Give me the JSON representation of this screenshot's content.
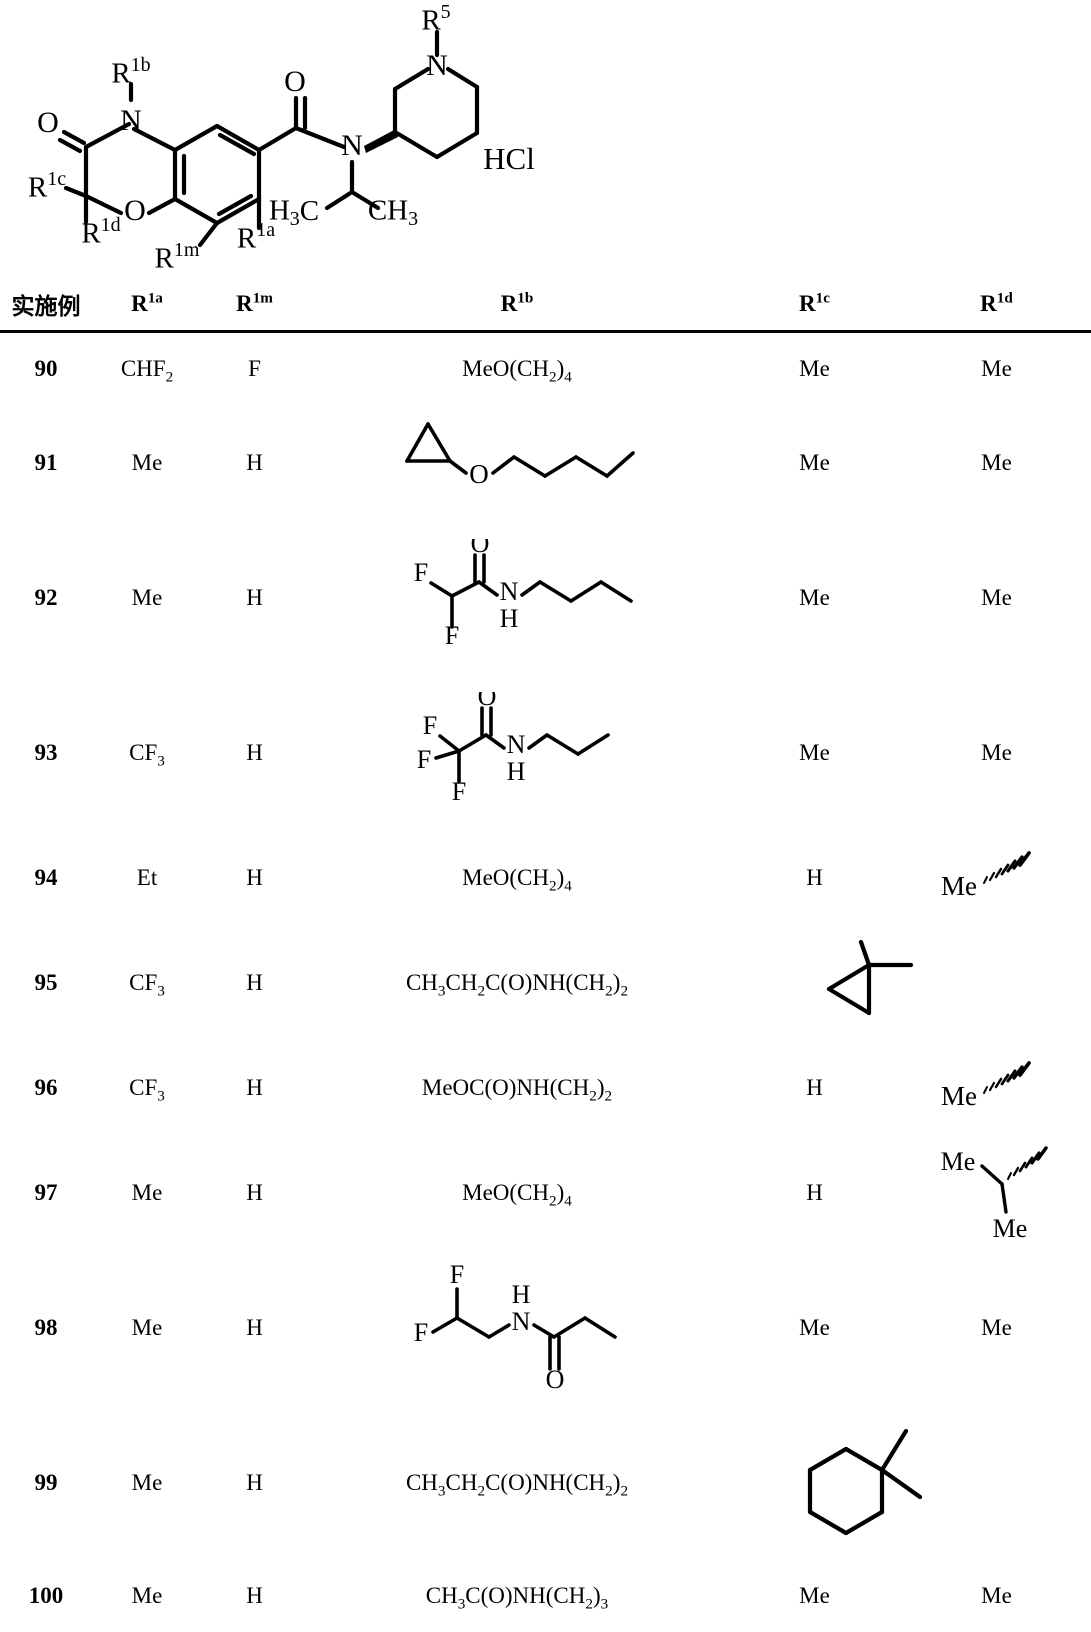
{
  "scheme": {
    "name": "generic-benzoxazinone-piperidine-carboxamide-hydrochloride",
    "labels": {
      "r1b": "R",
      "r1b_sup": "1b",
      "r1c": "R",
      "r1c_sup": "1c",
      "r1d": "R",
      "r1d_sup": "1d",
      "r1m": "R",
      "r1m_sup": "1m",
      "r1a": "R",
      "r1a_sup": "1a",
      "r5": "R",
      "r5_sup": "5",
      "n_ring": "N",
      "n_amide": "N",
      "n_pip": "N",
      "o_ketone": "O",
      "o_ring": "O",
      "o_amide": "O",
      "me_left": "H",
      "me_left_sub": "3",
      "me_left_tail": "C",
      "me_right": "CH",
      "me_right_sub": "3",
      "salt": "HCl"
    }
  },
  "table": {
    "headers": [
      {
        "text": "实施例",
        "sup": ""
      },
      {
        "text": "R",
        "sup": "1a"
      },
      {
        "text": "R",
        "sup": "1m"
      },
      {
        "text": "R",
        "sup": "1b"
      },
      {
        "text": "R",
        "sup": "1c"
      },
      {
        "text": "R",
        "sup": "1d"
      }
    ],
    "rows": [
      {
        "example": "90",
        "r1a": {
          "type": "text",
          "parts": [
            {
              "t": "CHF"
            },
            {
              "t": "2",
              "style": "sub"
            }
          ]
        },
        "r1m": {
          "type": "text",
          "parts": [
            {
              "t": "F"
            }
          ]
        },
        "r1b": {
          "type": "text",
          "parts": [
            {
              "t": "MeO(CH"
            },
            {
              "t": "2",
              "style": "sub"
            },
            {
              "t": ")"
            },
            {
              "t": "4",
              "style": "sub"
            }
          ]
        },
        "r1c": {
          "type": "text",
          "parts": [
            {
              "t": "Me"
            }
          ]
        },
        "r1d": {
          "type": "text",
          "parts": [
            {
              "t": "Me"
            }
          ]
        }
      },
      {
        "example": "91",
        "r1a": {
          "type": "text",
          "parts": [
            {
              "t": "Me"
            }
          ]
        },
        "r1m": {
          "type": "text",
          "parts": [
            {
              "t": "H"
            }
          ]
        },
        "r1b": {
          "type": "structure",
          "id": "cyclopropyl-oxy-pentyl",
          "desc": "cyclopropyl-O-pentyl"
        },
        "r1c": {
          "type": "text",
          "parts": [
            {
              "t": "Me"
            }
          ]
        },
        "r1d": {
          "type": "text",
          "parts": [
            {
              "t": "Me"
            }
          ]
        }
      },
      {
        "example": "92",
        "r1a": {
          "type": "text",
          "parts": [
            {
              "t": "Me"
            }
          ]
        },
        "r1m": {
          "type": "text",
          "parts": [
            {
              "t": "H"
            }
          ]
        },
        "r1b": {
          "type": "structure",
          "id": "difluoroacetamido-butyl",
          "desc": "2,2-difluoro-N-butylacetamide"
        },
        "r1c": {
          "type": "text",
          "parts": [
            {
              "t": "Me"
            }
          ]
        },
        "r1d": {
          "type": "text",
          "parts": [
            {
              "t": "Me"
            }
          ]
        }
      },
      {
        "example": "93",
        "r1a": {
          "type": "text",
          "parts": [
            {
              "t": "CF"
            },
            {
              "t": "3",
              "style": "sub"
            }
          ]
        },
        "r1m": {
          "type": "text",
          "parts": [
            {
              "t": "H"
            }
          ]
        },
        "r1b": {
          "type": "structure",
          "id": "trifluoroacetamido-propyl",
          "desc": "2,2,2-trifluoro-N-propylacetamide"
        },
        "r1c": {
          "type": "text",
          "parts": [
            {
              "t": "Me"
            }
          ]
        },
        "r1d": {
          "type": "text",
          "parts": [
            {
              "t": "Me"
            }
          ]
        }
      },
      {
        "example": "94",
        "r1a": {
          "type": "text",
          "parts": [
            {
              "t": "Et"
            }
          ]
        },
        "r1m": {
          "type": "text",
          "parts": [
            {
              "t": "H"
            }
          ]
        },
        "r1b": {
          "type": "text",
          "parts": [
            {
              "t": "MeO(CH"
            },
            {
              "t": "2",
              "style": "sub"
            },
            {
              "t": ")"
            },
            {
              "t": "4",
              "style": "sub"
            }
          ]
        },
        "r1c": {
          "type": "text",
          "parts": [
            {
              "t": "H"
            }
          ]
        },
        "r1d": {
          "type": "structure",
          "id": "me-hashed-wedge",
          "desc": "Me with hashed wedge bond",
          "label": "Me"
        }
      },
      {
        "example": "95",
        "r1a": {
          "type": "text",
          "parts": [
            {
              "t": "CF"
            },
            {
              "t": "3",
              "style": "sub"
            }
          ]
        },
        "r1m": {
          "type": "text",
          "parts": [
            {
              "t": "H"
            }
          ]
        },
        "r1b": {
          "type": "text",
          "parts": [
            {
              "t": "CH"
            },
            {
              "t": "3",
              "style": "sub"
            },
            {
              "t": "CH"
            },
            {
              "t": "2",
              "style": "sub"
            },
            {
              "t": "C(O)NH(CH"
            },
            {
              "t": "2",
              "style": "sub"
            },
            {
              "t": ")"
            },
            {
              "t": "2",
              "style": "sub"
            }
          ]
        },
        "spiro": {
          "type": "structure",
          "id": "spiro-cyclopropane",
          "desc": "spiro cyclopropane joining R1c and R1d"
        }
      },
      {
        "example": "96",
        "r1a": {
          "type": "text",
          "parts": [
            {
              "t": "CF"
            },
            {
              "t": "3",
              "style": "sub"
            }
          ]
        },
        "r1m": {
          "type": "text",
          "parts": [
            {
              "t": "H"
            }
          ]
        },
        "r1b": {
          "type": "text",
          "parts": [
            {
              "t": "MeOC(O)NH(CH"
            },
            {
              "t": "2",
              "style": "sub"
            },
            {
              "t": ")"
            },
            {
              "t": "2",
              "style": "sub"
            }
          ]
        },
        "r1c": {
          "type": "text",
          "parts": [
            {
              "t": "H"
            }
          ]
        },
        "r1d": {
          "type": "structure",
          "id": "me-hashed-wedge",
          "desc": "Me with hashed wedge bond",
          "label": "Me"
        }
      },
      {
        "example": "97",
        "r1a": {
          "type": "text",
          "parts": [
            {
              "t": "Me"
            }
          ]
        },
        "r1m": {
          "type": "text",
          "parts": [
            {
              "t": "H"
            }
          ]
        },
        "r1b": {
          "type": "text",
          "parts": [
            {
              "t": "MeO(CH"
            },
            {
              "t": "2",
              "style": "sub"
            },
            {
              "t": ")"
            },
            {
              "t": "4",
              "style": "sub"
            }
          ]
        },
        "r1c": {
          "type": "text",
          "parts": [
            {
              "t": "H"
            }
          ]
        },
        "r1d": {
          "type": "structure",
          "id": "isopropyl-hashed-wedge",
          "desc": "isopropyl with hashed wedge bond",
          "label_top": "Me",
          "label_bottom": "Me"
        }
      },
      {
        "example": "98",
        "r1a": {
          "type": "text",
          "parts": [
            {
              "t": "Me"
            }
          ]
        },
        "r1m": {
          "type": "text",
          "parts": [
            {
              "t": "H"
            }
          ]
        },
        "r1b": {
          "type": "structure",
          "id": "difluoroethyl-propionamide",
          "desc": "N-(2,2-difluoroethyl)propionamide"
        },
        "r1c": {
          "type": "text",
          "parts": [
            {
              "t": "Me"
            }
          ]
        },
        "r1d": {
          "type": "text",
          "parts": [
            {
              "t": "Me"
            }
          ]
        }
      },
      {
        "example": "99",
        "r1a": {
          "type": "text",
          "parts": [
            {
              "t": "Me"
            }
          ]
        },
        "r1m": {
          "type": "text",
          "parts": [
            {
              "t": "H"
            }
          ]
        },
        "r1b": {
          "type": "text",
          "parts": [
            {
              "t": "CH"
            },
            {
              "t": "3",
              "style": "sub"
            },
            {
              "t": "CH"
            },
            {
              "t": "2",
              "style": "sub"
            },
            {
              "t": "C(O)NH(CH"
            },
            {
              "t": "2",
              "style": "sub"
            },
            {
              "t": ")"
            },
            {
              "t": "2",
              "style": "sub"
            }
          ]
        },
        "spiro": {
          "type": "structure",
          "id": "spiro-cyclohexane",
          "desc": "spiro cyclohexane joining R1c and R1d"
        }
      },
      {
        "example": "100",
        "r1a": {
          "type": "text",
          "parts": [
            {
              "t": "Me"
            }
          ]
        },
        "r1m": {
          "type": "text",
          "parts": [
            {
              "t": "H"
            }
          ]
        },
        "r1b": {
          "type": "text",
          "parts": [
            {
              "t": "CH"
            },
            {
              "t": "3",
              "style": "sub"
            },
            {
              "t": "C(O)NH(CH"
            },
            {
              "t": "2",
              "style": "sub"
            },
            {
              "t": ")"
            },
            {
              "t": "3",
              "style": "sub"
            }
          ]
        },
        "r1c": {
          "type": "text",
          "parts": [
            {
              "t": "Me"
            }
          ]
        },
        "r1d": {
          "type": "text",
          "parts": [
            {
              "t": "Me"
            }
          ]
        }
      }
    ]
  },
  "colors": {
    "ink": "#000000",
    "page": "#ffffff"
  }
}
